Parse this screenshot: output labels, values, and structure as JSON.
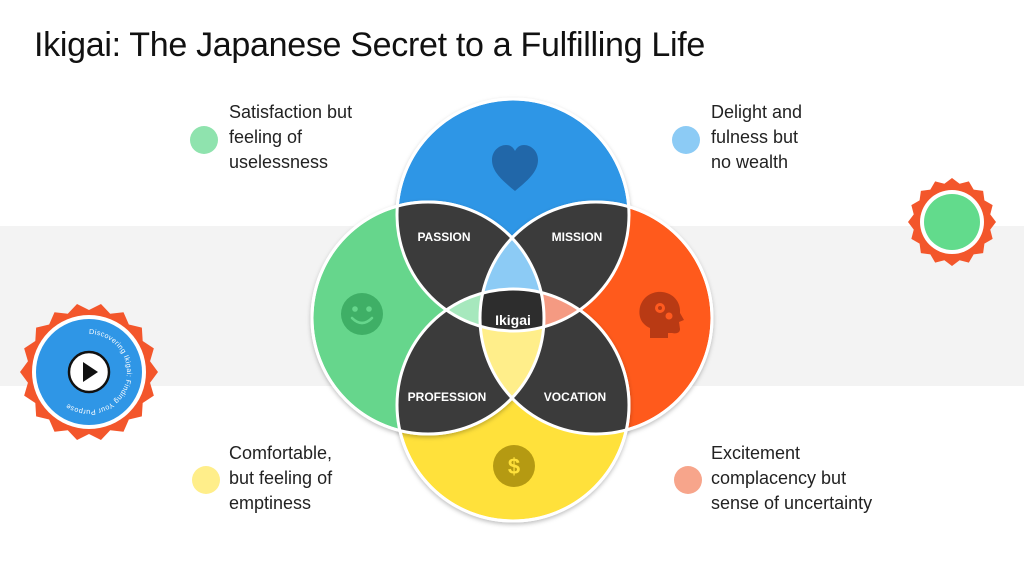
{
  "title": "Ikigai: The Japanese Secret to a Fulfilling Life",
  "colors": {
    "passion": "#2F96E6",
    "mission": "#FF5A1F",
    "profession": "#66D68C",
    "vocation": "#FFE13B",
    "intersection_dark": "#3b3b3b",
    "center": "#2a2a2a",
    "badge_orange": "#F3562B",
    "badge_green": "#62DB8C",
    "badge_blue": "#2F96E6"
  },
  "diagram": {
    "circles": [
      {
        "color": "blue",
        "icon": "heart-icon"
      },
      {
        "color": "orange",
        "icon": "head-gears-icon"
      },
      {
        "color": "yellow",
        "icon": "dollar-coin-icon"
      },
      {
        "color": "green",
        "icon": "smiley-icon"
      }
    ],
    "labels": {
      "passion": "PASSION",
      "mission": "MISSION",
      "profession": "PROFESSION",
      "vocation": "VOCATION",
      "center": "Ikigai"
    }
  },
  "notes": {
    "top_left": {
      "color": "#8FE3AE",
      "lines": [
        "Satisfaction but",
        "feeling of",
        "uselessness"
      ]
    },
    "top_right": {
      "color": "#8CCBF5",
      "lines": [
        "Delight and",
        "fulness but",
        "no wealth"
      ]
    },
    "bottom_left": {
      "color": "#FFEE8A",
      "lines": [
        "Comfortable,",
        "but feeling of",
        "emptiness"
      ]
    },
    "bottom_right": {
      "color": "#F7A58B",
      "lines": [
        "Excitement",
        "complacency but",
        "sense of uncertainty"
      ]
    }
  },
  "badge": {
    "ring_text": "Discovering Ikigai: Finding Your Purpose",
    "icon": "play-icon"
  },
  "badge_right": {
    "icon": "green-circle-icon"
  }
}
